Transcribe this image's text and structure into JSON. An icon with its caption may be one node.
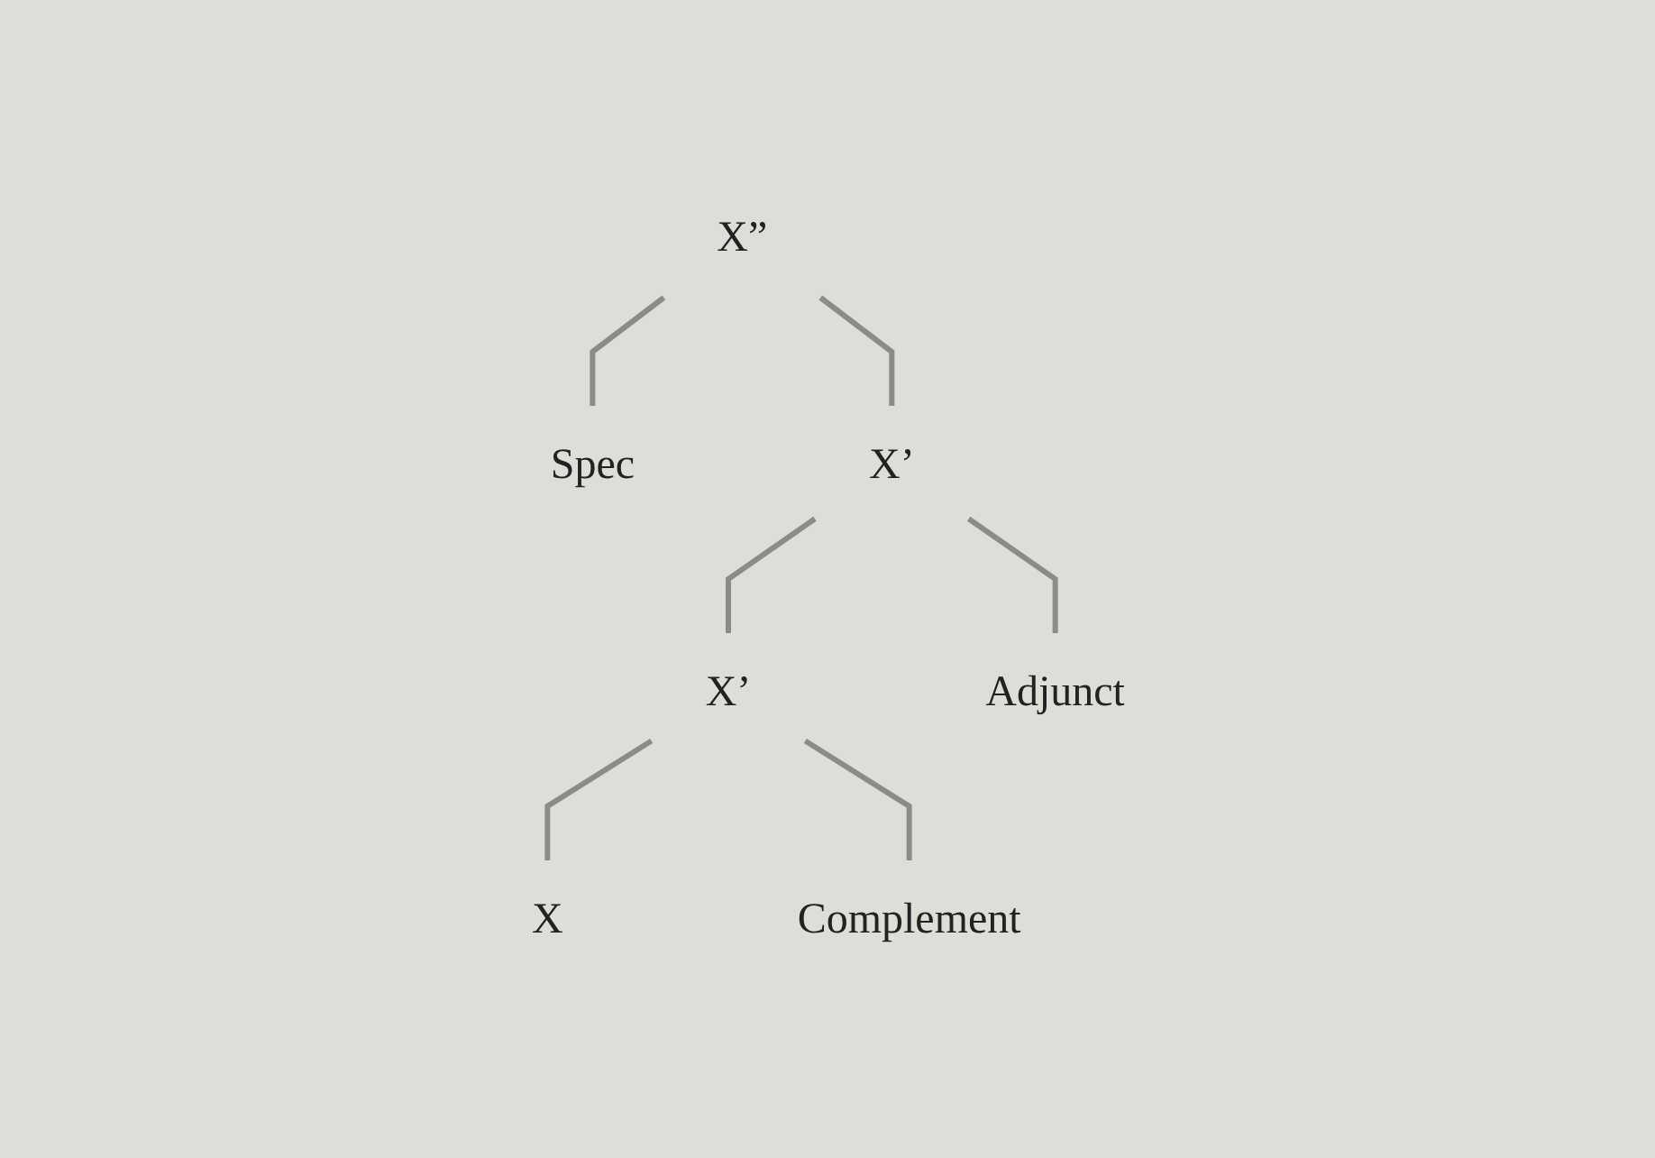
{
  "diagram": {
    "nodes": [
      {
        "text": [
          "X”"
        ]
      },
      {
        "text": [
          "Spec"
        ]
      },
      {
        "text": [
          "X’"
        ]
      },
      {
        "text": [
          "X’"
        ]
      },
      {
        "text": [
          "Adjunct"
        ]
      },
      {
        "text": [
          "X"
        ]
      },
      {
        "text": [
          "Complement"
        ]
      }
    ],
    "edges": [
      {
        "from": 0,
        "to": 1,
        "arrow": "none"
      },
      {
        "from": 0,
        "to": 2,
        "arrow": "none"
      },
      {
        "from": 2,
        "to": 3,
        "arrow": "none"
      },
      {
        "from": 2,
        "to": 4,
        "arrow": "none"
      },
      {
        "from": 3,
        "to": 5,
        "arrow": "none"
      },
      {
        "from": 3,
        "to": 6,
        "arrow": "none"
      }
    ]
  }
}
